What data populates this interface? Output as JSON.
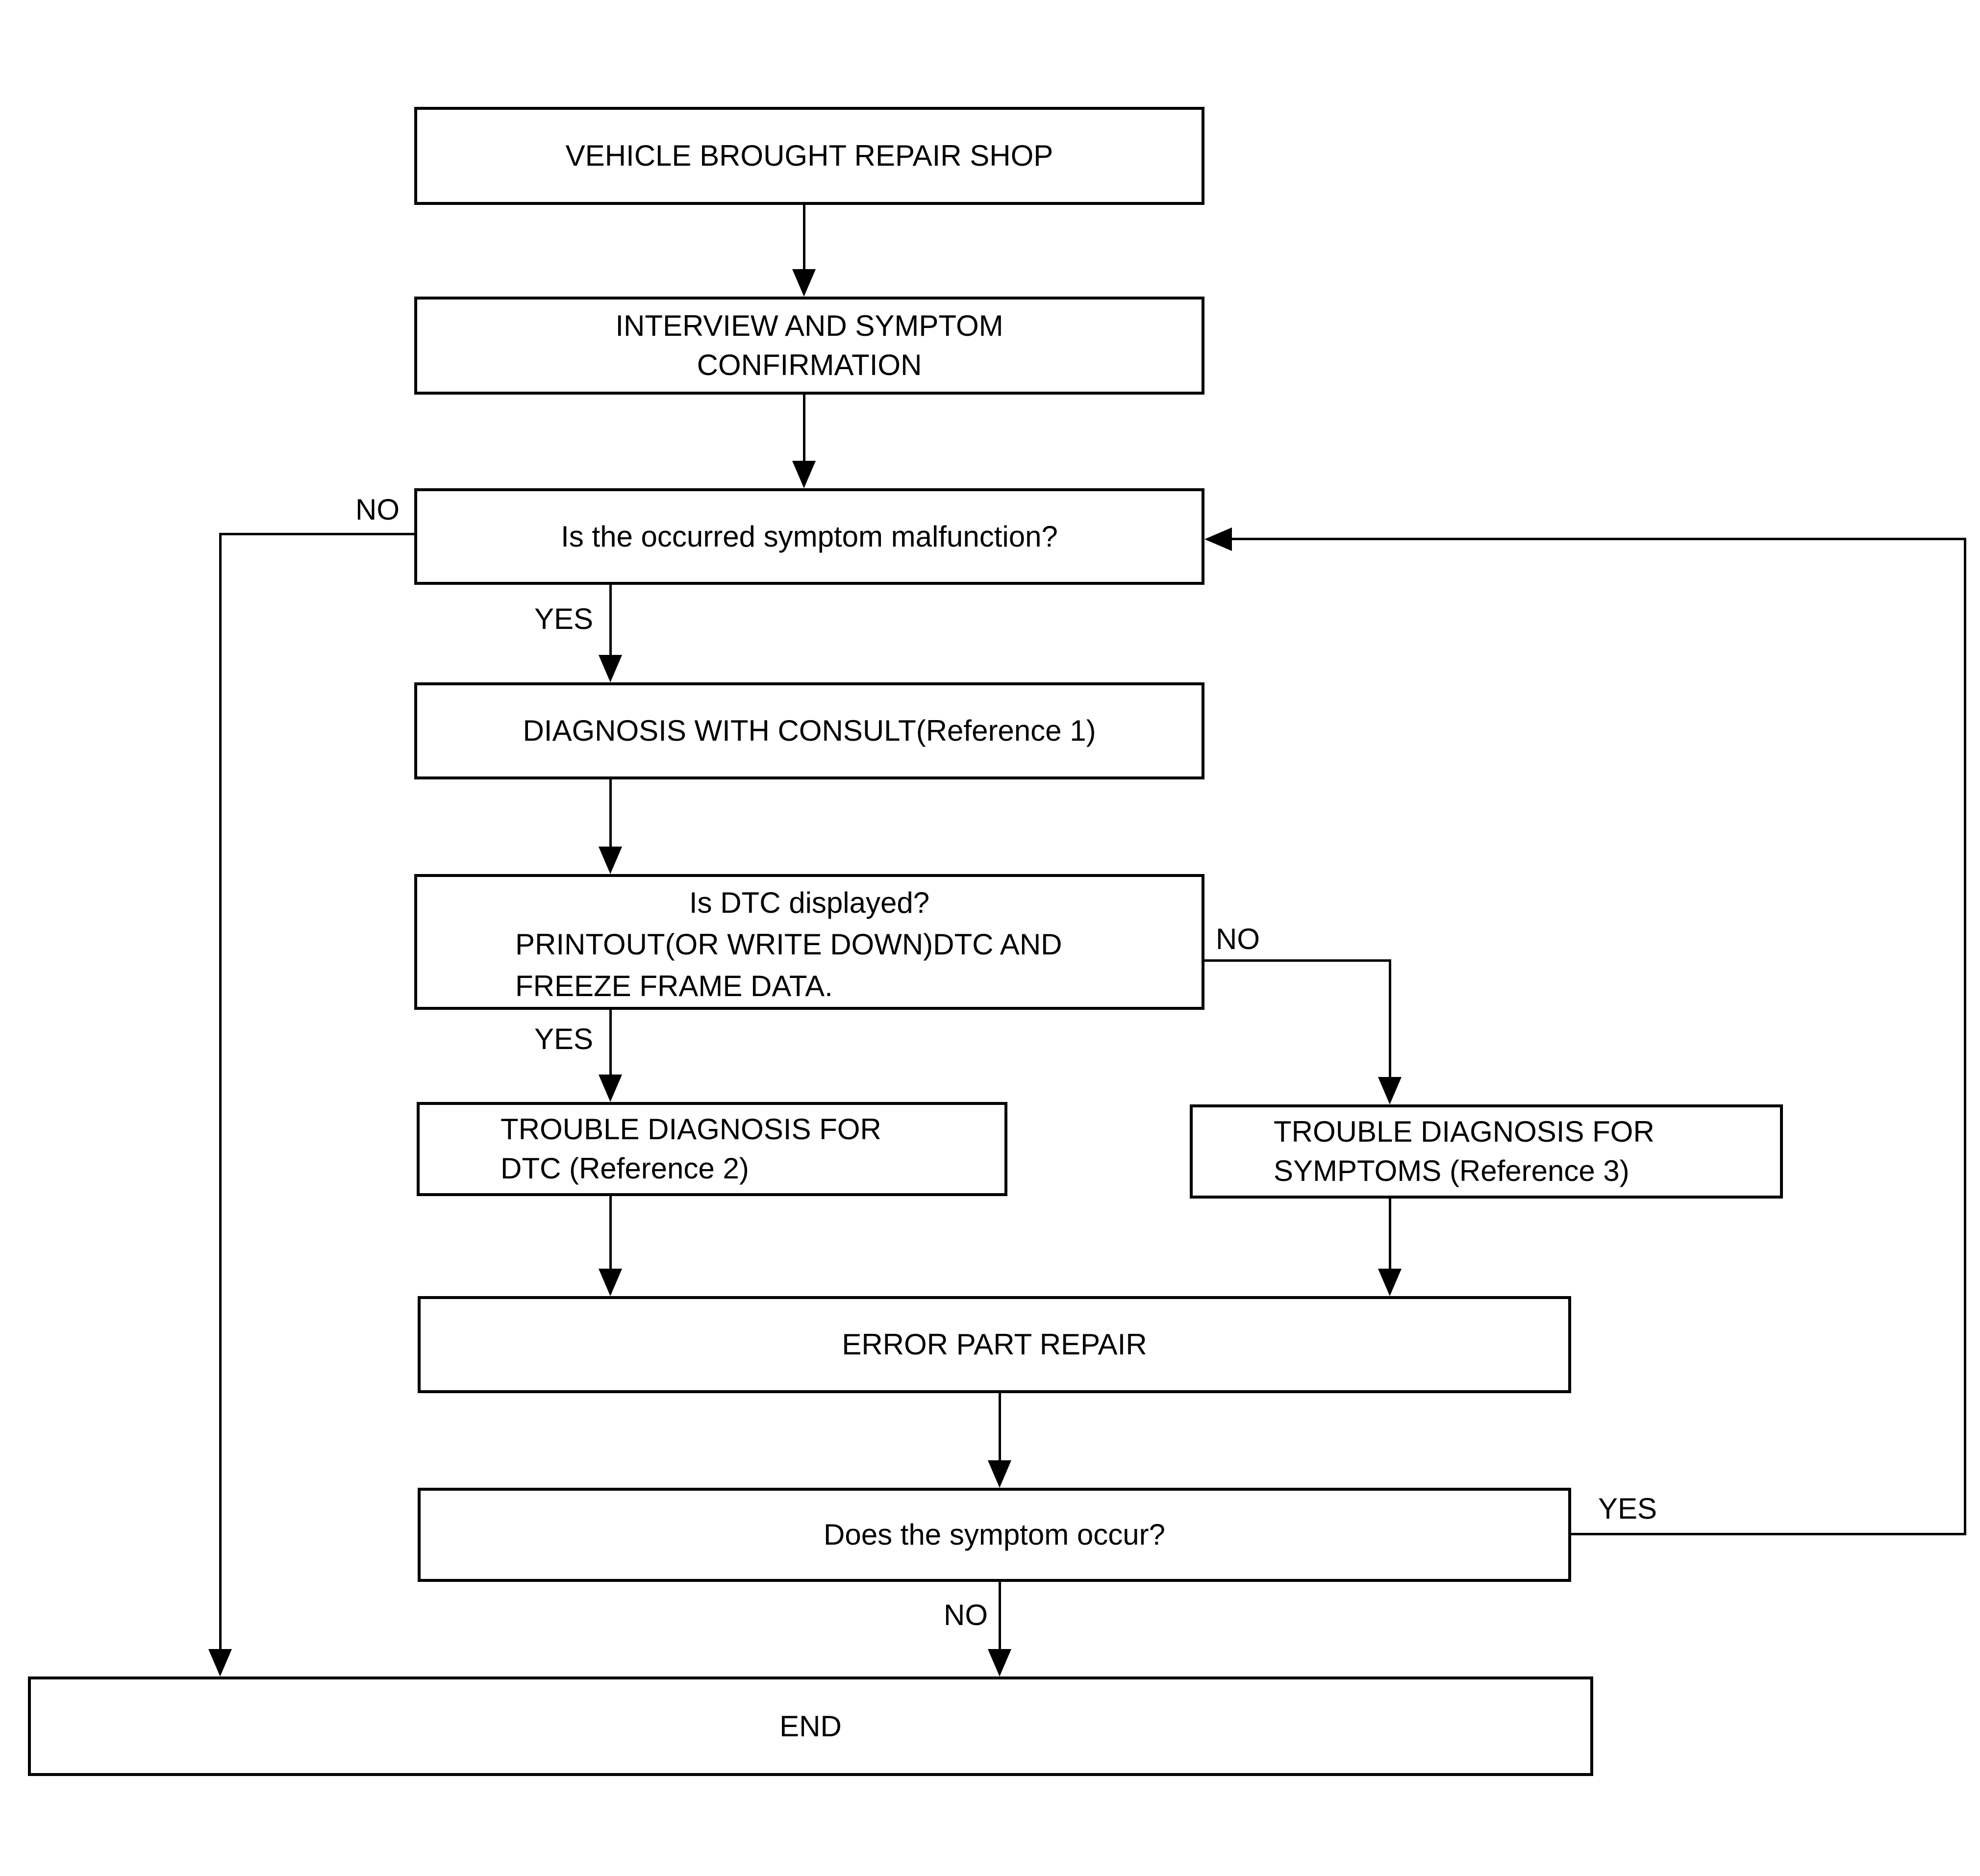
{
  "diagram": {
    "type": "flowchart",
    "colors": {
      "line": "#000000",
      "background": "#ffffff",
      "box_fill": "#ffffff",
      "text": "#000000"
    },
    "nodes": {
      "vehicle": {
        "line1": "VEHICLE BROUGHT REPAIR SHOP"
      },
      "interview": {
        "line1": "INTERVIEW AND SYMPTOM",
        "line2": "CONFIRMATION"
      },
      "malfunction": {
        "line1": "Is the occurred symptom malfunction?"
      },
      "consult": {
        "line1": "DIAGNOSIS WITH CONSULT(Reference 1)"
      },
      "dtc_displayed": {
        "line1": "Is DTC displayed?",
        "line2": "PRINTOUT(OR WRITE DOWN)DTC AND",
        "line3": "FREEZE FRAME DATA."
      },
      "diag_dtc": {
        "line1": "TROUBLE DIAGNOSIS FOR",
        "line2": "DTC (Reference 2)"
      },
      "diag_symptoms": {
        "line1": "TROUBLE DIAGNOSIS FOR",
        "line2": "SYMPTOMS (Reference 3)"
      },
      "repair": {
        "line1": "ERROR PART REPAIR"
      },
      "symptom_occur": {
        "line1": "Does the symptom occur?"
      },
      "end": {
        "line1": "END"
      }
    },
    "edge_labels": {
      "malfunction_no": "NO",
      "malfunction_yes": "YES",
      "dtc_yes": "YES",
      "dtc_no": "NO",
      "occur_no": "NO",
      "occur_yes": "YES"
    }
  }
}
